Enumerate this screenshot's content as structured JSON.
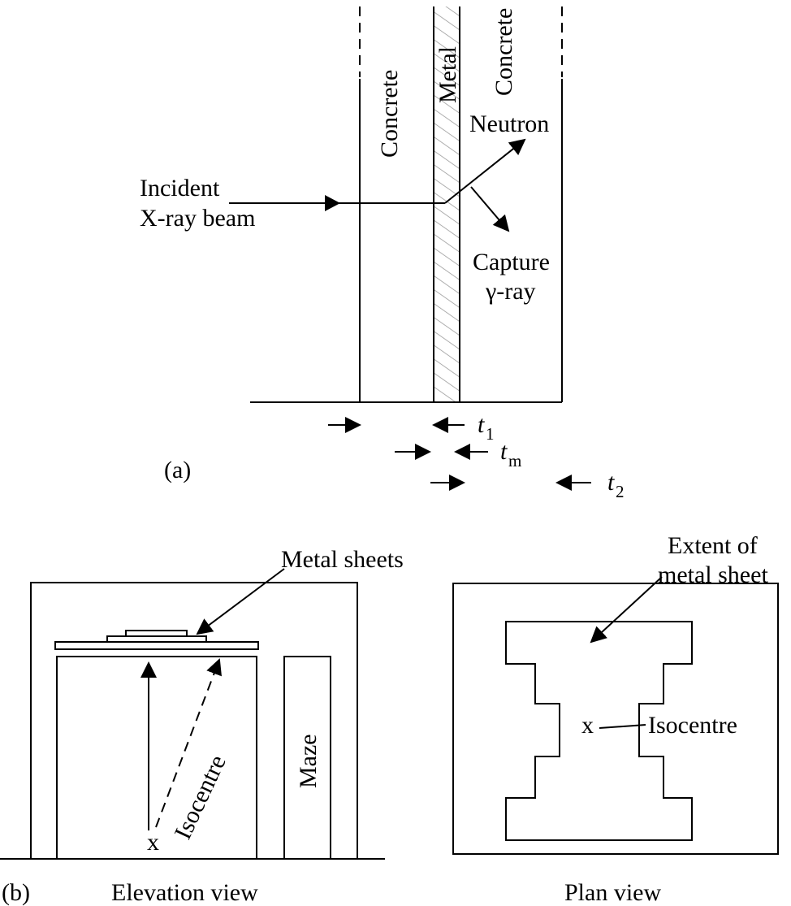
{
  "part_a": {
    "label": "(a)",
    "layer_left": "Concrete",
    "layer_middle": "Metal",
    "layer_right": "Concrete",
    "incident_beam": [
      "Incident",
      "X-ray beam"
    ],
    "neutron": "Neutron",
    "capture_gamma": [
      "Capture",
      "γ-ray"
    ],
    "t1": "t",
    "t1_sub": "1",
    "tm": "t",
    "tm_sub": "m",
    "t2": "t",
    "t2_sub": "2"
  },
  "part_b": {
    "label": "(b)",
    "metal_sheets": "Metal sheets",
    "maze": "Maze",
    "isocentre_mark": "x",
    "isocentre_elevation": "Isocentre",
    "elevation_view": "Elevation view",
    "extent_label": [
      "Extent of",
      "metal sheet"
    ],
    "isocentre_plan_mark": "x",
    "isocentre_plan": "Isocentre",
    "plan_view": "Plan view"
  }
}
